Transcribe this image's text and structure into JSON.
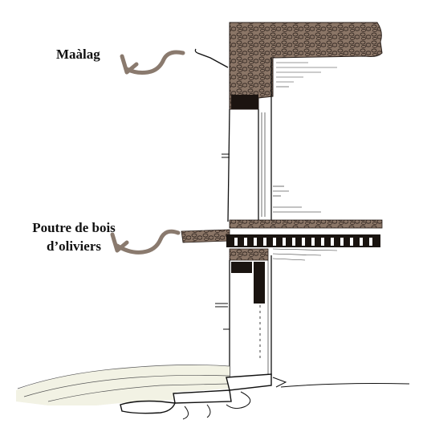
{
  "labels": {
    "maalag": "Maàlag",
    "poutre_line1": "Poutre de bois",
    "poutre_line2": "d’oliviers"
  },
  "colors": {
    "stone_fill": "#8a7566",
    "stone_dark": "#5a4a40",
    "arrow": "#8a7a6e",
    "ink": "#111111",
    "ground_fill": "#f2f2e4"
  }
}
